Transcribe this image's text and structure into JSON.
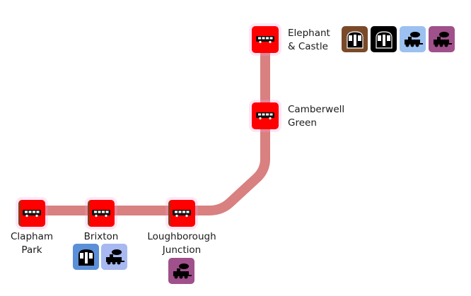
{
  "map": {
    "line_color": "#d98080",
    "stop_color": "#ff0000",
    "stations": [
      {
        "id": "elephant-and-castle",
        "name_lines": [
          "Elephant",
          "& Castle"
        ],
        "icon": "bus-icon",
        "connections": [
          {
            "icon": "underground-train-icon",
            "bg": "#7a4a28"
          },
          {
            "icon": "underground-train-icon",
            "bg": "#000000"
          },
          {
            "icon": "steam-train-icon",
            "bg": "#9cc0f0"
          },
          {
            "icon": "steam-train-icon",
            "bg": "#a0508a"
          }
        ]
      },
      {
        "id": "camberwell-green",
        "name_lines": [
          "Camberwell",
          "Green"
        ],
        "icon": "bus-icon",
        "connections": []
      },
      {
        "id": "loughborough-junction",
        "name_lines": [
          "Loughborough",
          "Junction"
        ],
        "icon": "bus-icon",
        "connections": [
          {
            "icon": "steam-train-icon",
            "bg": "#a0508a"
          }
        ]
      },
      {
        "id": "brixton",
        "name_lines": [
          "Brixton"
        ],
        "icon": "bus-icon",
        "connections": [
          {
            "icon": "underground-train-icon",
            "bg": "#5b8fd8"
          },
          {
            "icon": "steam-train-icon",
            "bg": "#a8b8f0"
          }
        ]
      },
      {
        "id": "clapham-park",
        "name_lines": [
          "Clapham",
          "Park"
        ],
        "icon": "bus-icon",
        "connections": []
      }
    ]
  }
}
